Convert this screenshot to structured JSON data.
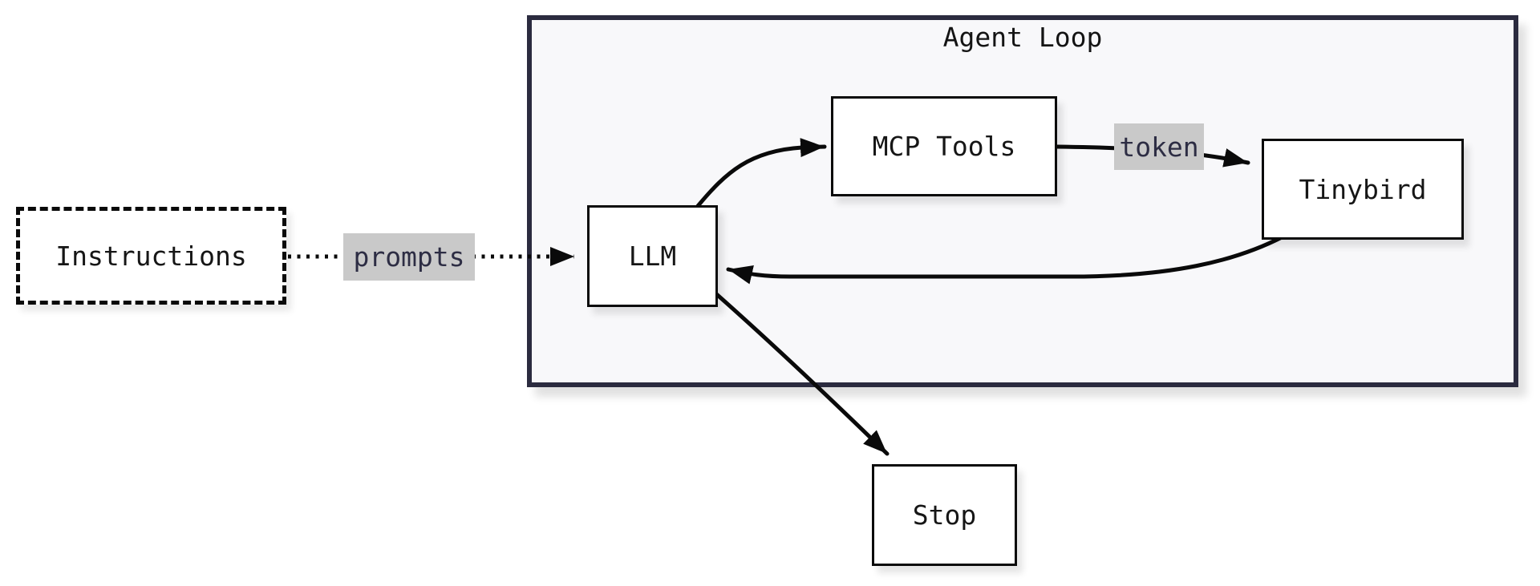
{
  "diagram": {
    "title": "Agent Loop",
    "colors": {
      "canvas_bg": "#ffffff",
      "cluster_border": "#2b2b3f",
      "cluster_fill": "#f8f8fa",
      "node_border": "#0a0a0a",
      "node_fill": "#ffffff",
      "node_text": "#161616",
      "edge_line": "#0a0a0a",
      "edge_label_bg": "#c9c9c9",
      "edge_label_text": "#2d2d44"
    },
    "cluster": {
      "label": "Agent Loop",
      "members": [
        "LLM",
        "MCP Tools",
        "Tinybird"
      ]
    },
    "nodes": [
      {
        "id": "instructions",
        "label": "Instructions",
        "shape": "dashed-rect",
        "inside_cluster": false
      },
      {
        "id": "llm",
        "label": "LLM",
        "shape": "rect",
        "inside_cluster": true
      },
      {
        "id": "mcp-tools",
        "label": "MCP Tools",
        "shape": "rect",
        "inside_cluster": true
      },
      {
        "id": "tinybird",
        "label": "Tinybird",
        "shape": "rect",
        "inside_cluster": true
      },
      {
        "id": "stop",
        "label": "Stop",
        "shape": "rect",
        "inside_cluster": false
      }
    ],
    "edges": [
      {
        "from": "Instructions",
        "to": "LLM",
        "label": "prompts",
        "style": "dotted"
      },
      {
        "from": "LLM",
        "to": "MCP Tools",
        "label": "",
        "style": "solid"
      },
      {
        "from": "MCP Tools",
        "to": "Tinybird",
        "label": "token",
        "style": "solid"
      },
      {
        "from": "Tinybird",
        "to": "LLM",
        "label": "",
        "style": "solid"
      },
      {
        "from": "LLM",
        "to": "Stop",
        "label": "",
        "style": "solid"
      }
    ]
  }
}
